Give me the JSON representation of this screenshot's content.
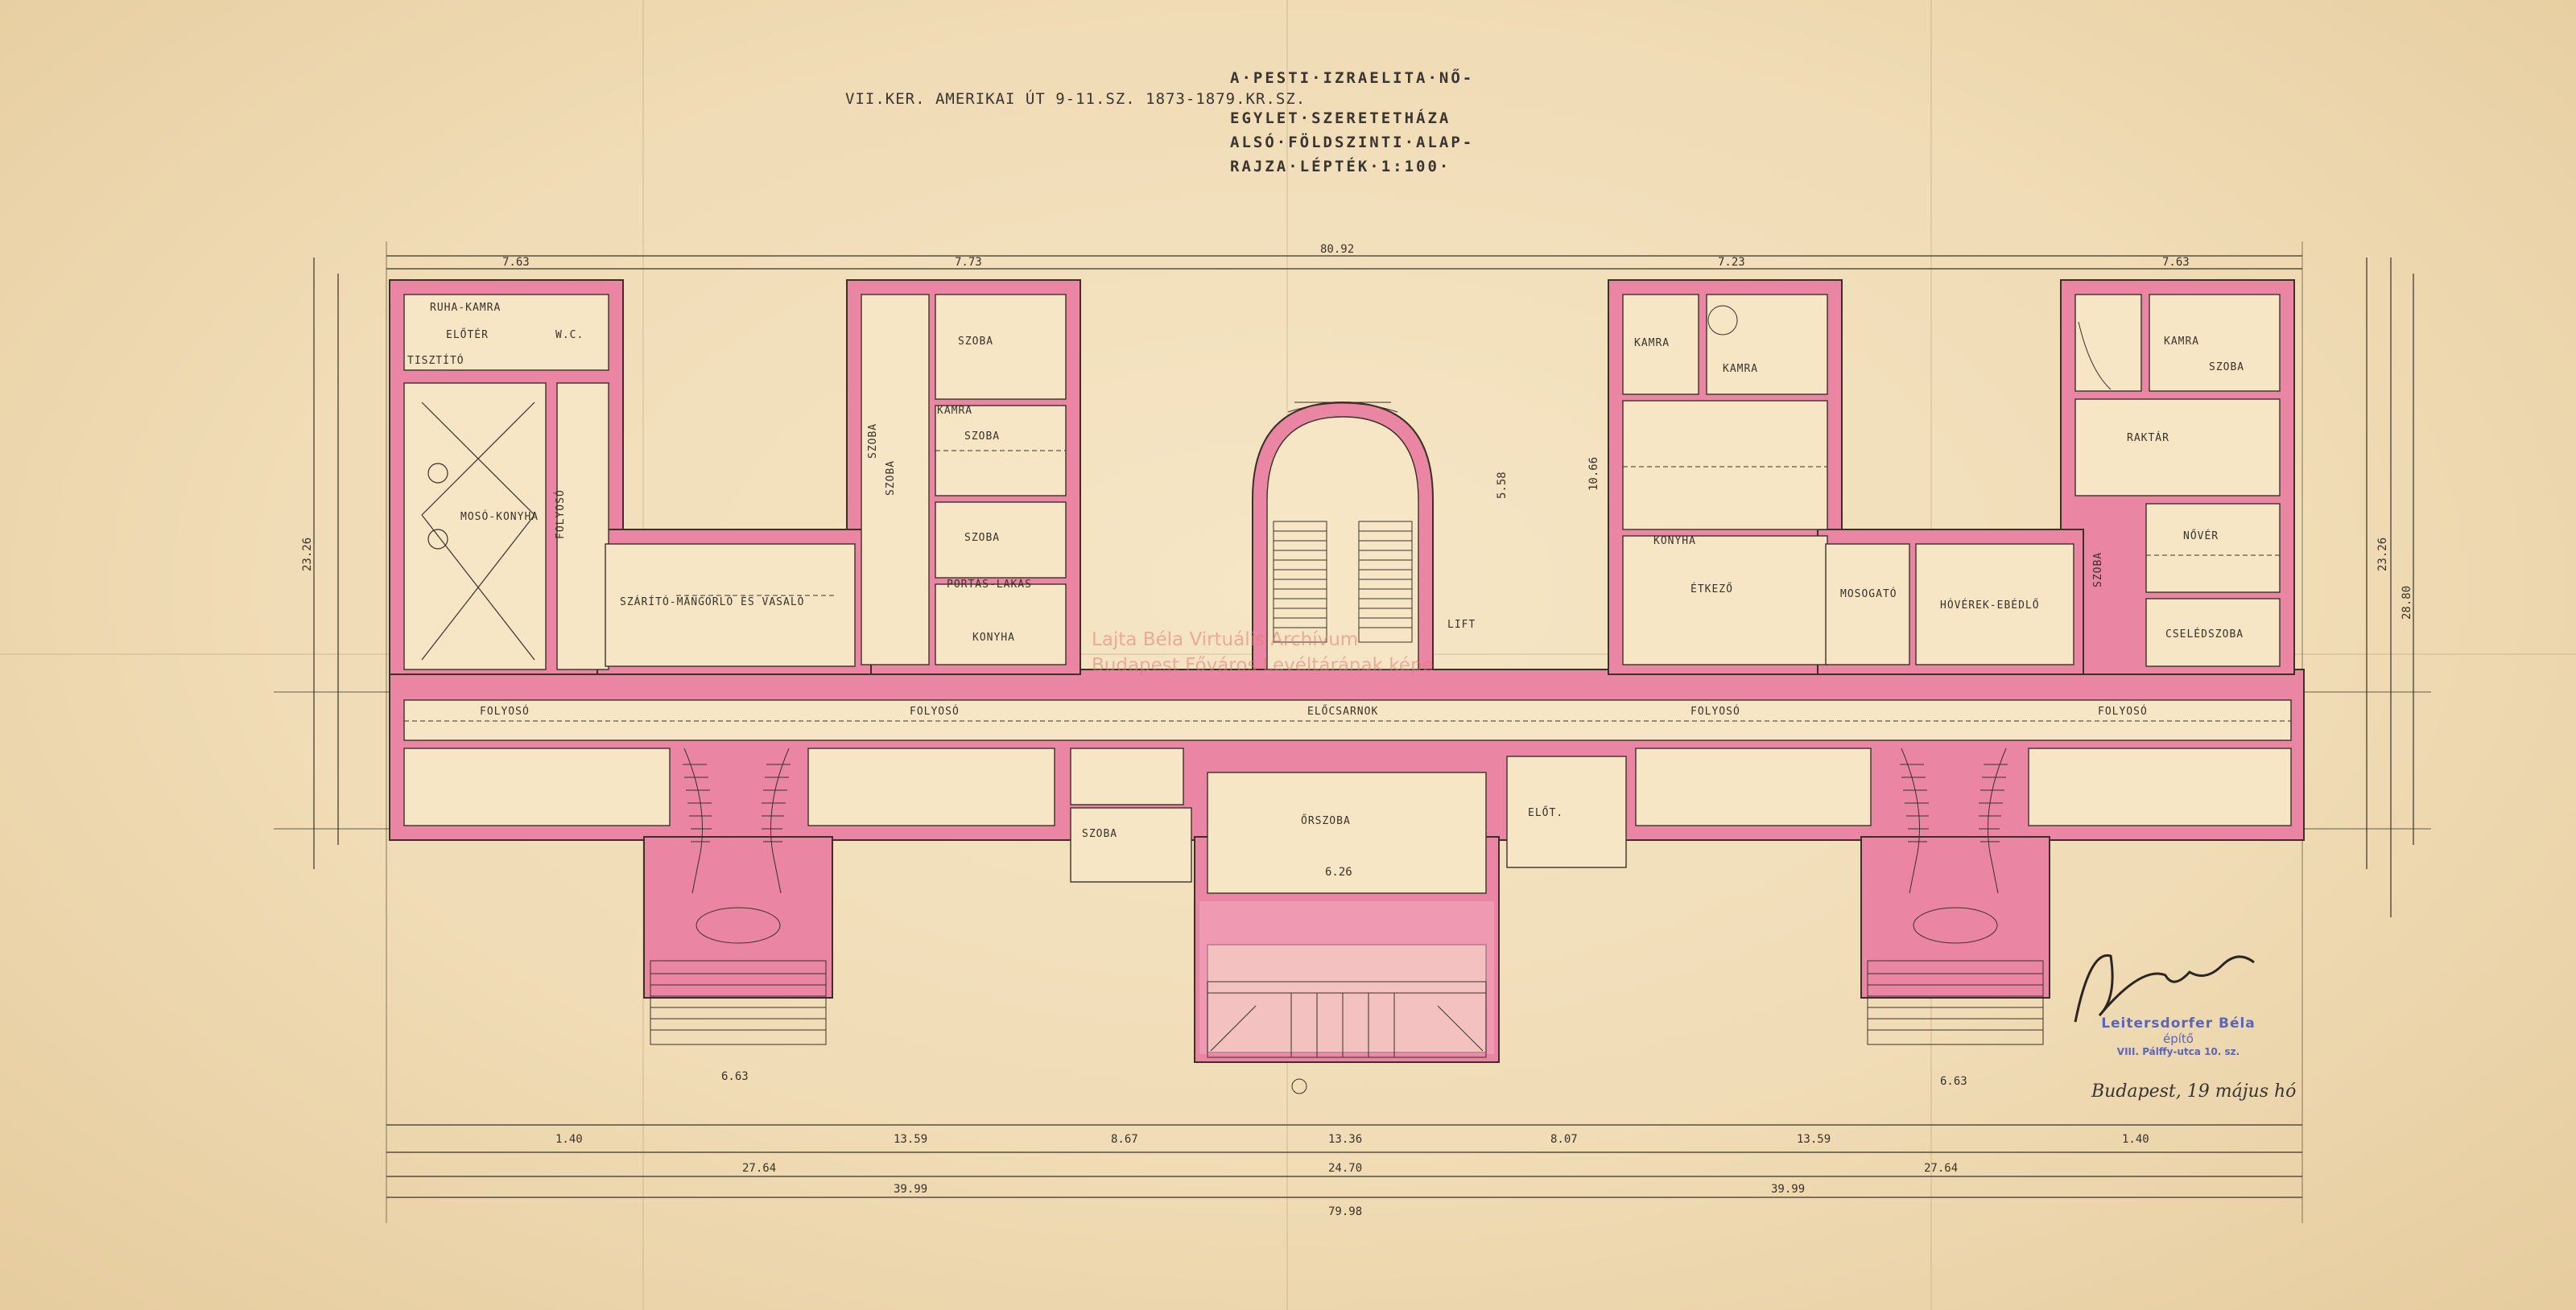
{
  "header": {
    "address": "VII.KER. AMERIKAI ÚT 9-11.SZ. 1873-1879.KR.SZ.",
    "title_lines": [
      "A·PESTI·IZRAELITA·NŐ-",
      "EGYLET·SZERETETHÁZA",
      "ALSÓ·FÖLDSZINTI·ALAP-",
      "RAJZA·LÉPTÉK·1:100·"
    ]
  },
  "rooms": {
    "ruha_kamra": "RUHA-KAMRA",
    "eloter": "ELŐTÉR",
    "wc": "W.C.",
    "tisztito": "TISZTÍTÓ",
    "kamra_l": "KAMRA",
    "szoba_1": "SZOBA",
    "mosokonyha": "MOSÓ-KONYHA",
    "folyoso_l": "FOLYOSÓ",
    "szarito": "SZÁRÍTÓ-MÁNGORLÓ ÉS VASALÓ",
    "szoba_2": "SZOBA",
    "szoba_3": "SZOBA",
    "szoba_4": "SZOBA",
    "szoba_5": "SZOBA",
    "portas": "PORTÁS-LAKÁS",
    "konyha_1": "KONYHA",
    "folyoso_2": "FOLYOSÓ",
    "folyoso_3": "FOLYOSÓ",
    "eloter_mid": "ELŐCSARNOK",
    "lift": "LIFT",
    "orszoba": "ŐRSZOBA",
    "kamra_r1": "KAMRA",
    "kamra_r2": "KAMRA",
    "konyha_r": "KONYHA",
    "etkezo": "ÉTKEZŐ",
    "mosogato": "MOSOGATÓ",
    "hoverek": "HÓVÉREK-EBÉDLŐ",
    "folyoso_4": "FOLYOSÓ",
    "folyoso_5": "FOLYOSÓ",
    "kamra_far": "KAMRA",
    "raktar": "RAKTÁR",
    "nover": "NŐVÉR",
    "szoba_r": "SZOBA",
    "szoba_r2": "SZOBA",
    "szoba_b": "SZOBA",
    "cselesz": "CSELÉDSZOBA",
    "elo_t": "ELŐT."
  },
  "dimensions": {
    "top_total": "80.92",
    "top_left": "7.63",
    "top_center": "7.73",
    "top_right": "7.23",
    "top_far_right": "7.63",
    "bottom_1": "1.40",
    "bottom_2": "13.59",
    "bottom_3": "8.67",
    "bottom_4": "13.36",
    "bottom_5": "8.07",
    "bottom_6": "13.59",
    "bottom_7": "1.40",
    "bottom_mid": "24.70",
    "bottom_left_a": "27.64",
    "bottom_right_a": "27.64",
    "bottom_left_b": "39.99",
    "bottom_right_b": "39.99",
    "bottom_total": "79.98",
    "left_height": "23.26",
    "right_height": "23.26",
    "right_height_2": "28.80",
    "stair_left": "6.63",
    "stair_right": "6.63",
    "entrance_w": "6.26",
    "mid_v": "5.58",
    "side_v": "10.66"
  },
  "watermark": {
    "line1": "Lajta Béla Virtuális Archívum",
    "line2": "Budapest Főváros Levéltárának képe"
  },
  "signature": {
    "text": "Leitersdorfer",
    "stamp_name": "Leitersdorfer Béla",
    "stamp_role": "építő",
    "stamp_address": "VIII. Pálffy-utca 10. sz.",
    "place_date": "Budapest, 19 május hó"
  },
  "colors": {
    "paper": "#f3e1bf",
    "ink": "#3a3228",
    "wall_fill": "#e97fa0",
    "wash": "#f2b6c4",
    "stamp": "#5b66b8"
  }
}
